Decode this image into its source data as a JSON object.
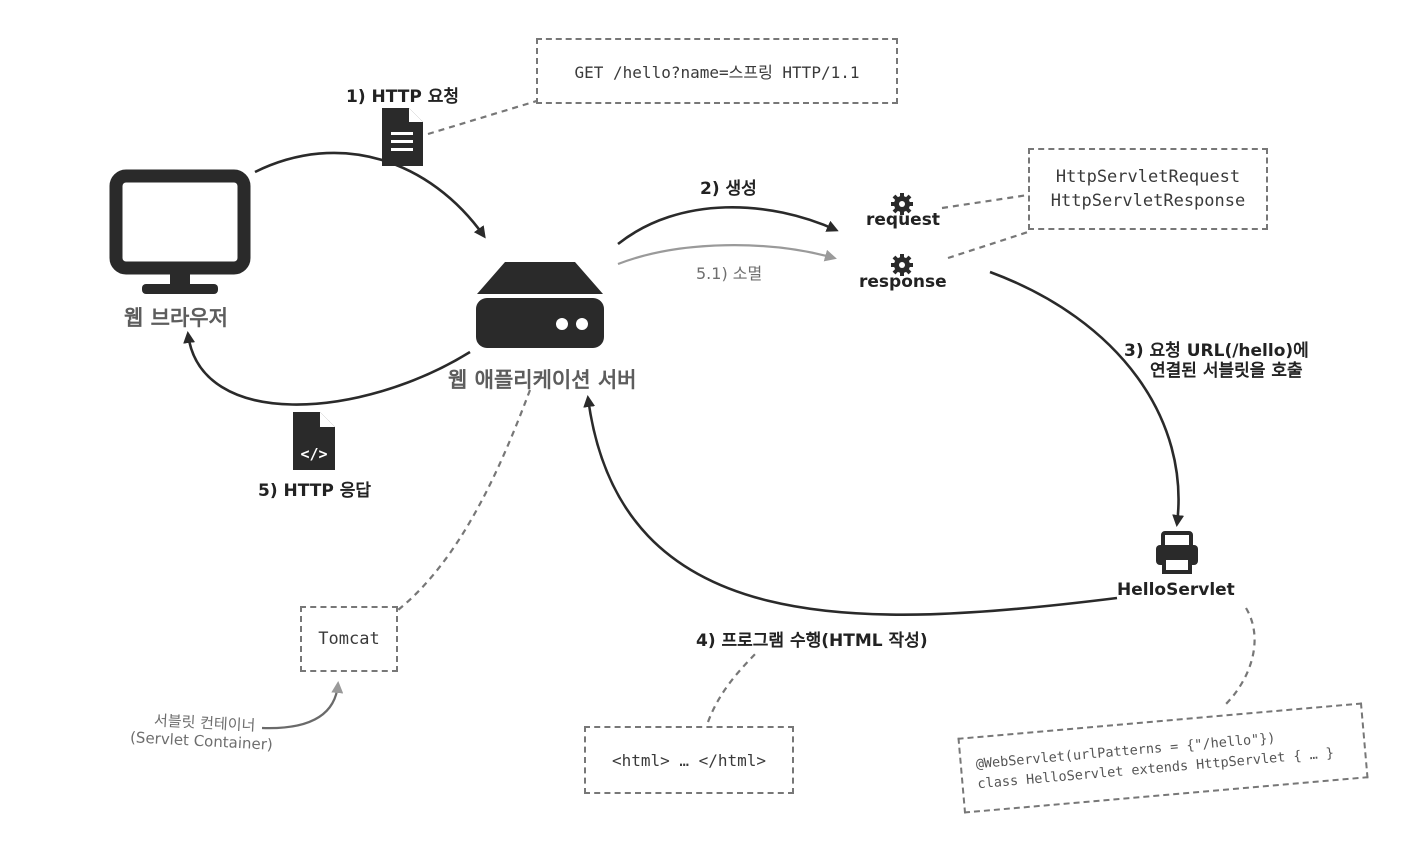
{
  "http_request": {
    "label": "1) HTTP 요청",
    "message": "GET /hello?name=스프링 HTTP/1.1"
  },
  "web_browser": {
    "label": "웹 브라우저"
  },
  "web_app_server": {
    "label": "웹 애플리케이션 서버"
  },
  "create": {
    "label": "2) 생성"
  },
  "destroy": {
    "label": "5.1) 소멸"
  },
  "request_object": {
    "label": "request"
  },
  "response_object": {
    "label": "response"
  },
  "servlet_objects": {
    "line1": "HttpServletRequest",
    "line2": "HttpServletResponse"
  },
  "call_servlet": {
    "line1": "3) 요청 URL(/hello)에",
    "line2": "연결된 서블릿을 호출"
  },
  "hello_servlet": {
    "label": "HelloServlet"
  },
  "http_response": {
    "label": "5) HTTP 응답"
  },
  "tomcat": {
    "label": "Tomcat"
  },
  "servlet_container": {
    "line1": "서블릿 컨테이너",
    "line2": "(Servlet Container)"
  },
  "run_program": {
    "label": "4) 프로그램 수행(HTML 작성)"
  },
  "html_output": {
    "label": "<html> … </html>"
  },
  "servlet_code": {
    "line1": "@WebServlet(urlPatterns = {\"/hello\"})",
    "line2": "class HelloServlet extends HttpServlet { … }"
  }
}
